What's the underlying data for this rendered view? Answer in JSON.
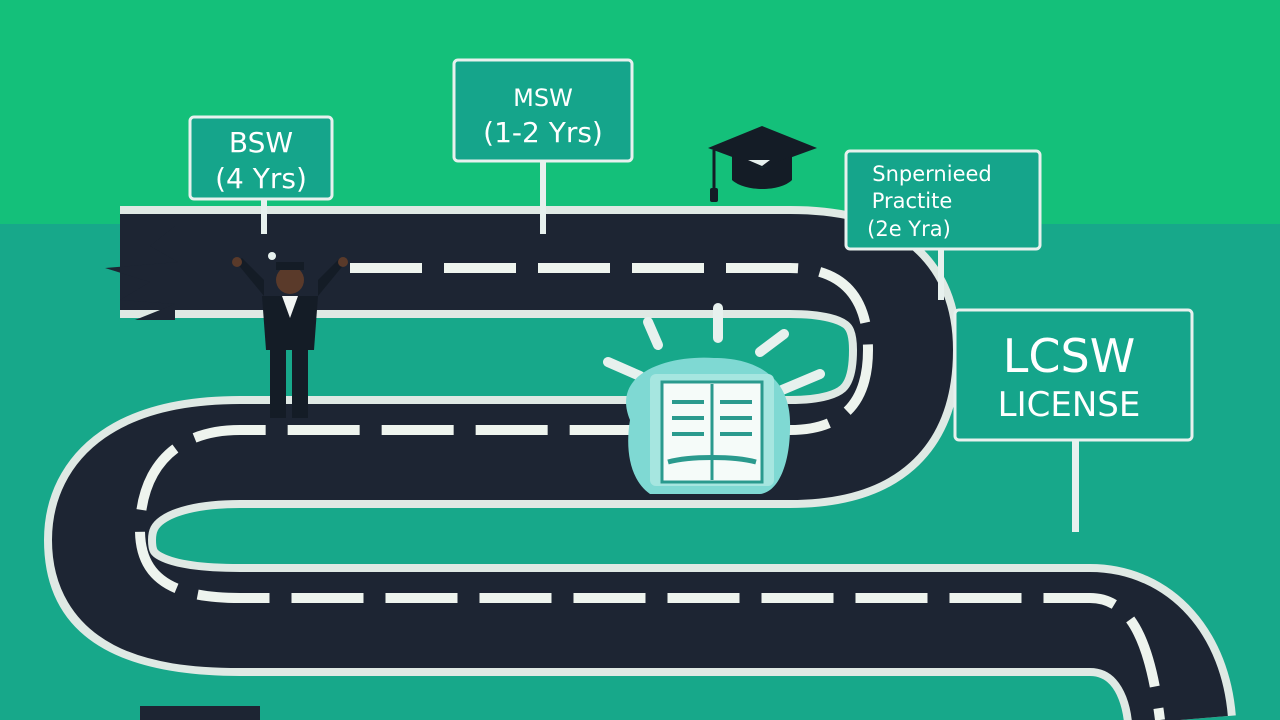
{
  "signs": {
    "bsw": {
      "line1": "BSW",
      "line2": "(4 Yrs)"
    },
    "msw": {
      "line1": "MSW",
      "line2": "(1-2 Yrs)"
    },
    "supervised": {
      "line1": "Snpernieed",
      "line2": "Practite",
      "line3": "(2e Yra)"
    },
    "lcsw": {
      "line1": "LCSW",
      "line2": "LICENSE"
    }
  },
  "colors": {
    "sky": "#14c07a",
    "ground": "#17a88a",
    "road": "#1d2533",
    "road_edge": "#dfe9e4",
    "dash": "#eef4ee",
    "sign_fill": "#15a58b",
    "sign_border": "#e7f1ee",
    "book_glow": "#7fd9d3"
  },
  "icons": [
    "graduation-cap-icon",
    "book-icon",
    "person-figure"
  ]
}
